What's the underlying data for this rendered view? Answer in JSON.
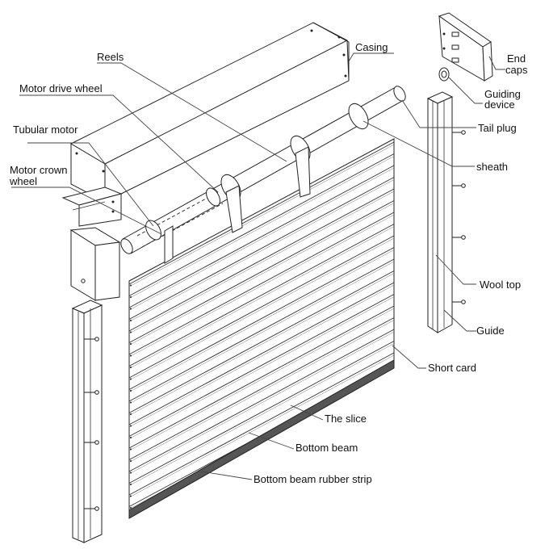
{
  "labels": {
    "reels": "Reels",
    "motor_drive_wheel": "Motor drive wheel",
    "tubular_motor": "Tubular motor",
    "motor_crown_wheel_1": "Motor crown",
    "motor_crown_wheel_2": "wheel",
    "casing": "Casing",
    "end_caps_1": "End",
    "end_caps_2": "caps",
    "guiding_device_1": "Guiding",
    "guiding_device_2": "device",
    "tail_plug": "Tail plug",
    "sheath": "sheath",
    "wool_top": "Wool top",
    "guide": "Guide",
    "short_card": "Short card",
    "the_slice": "The slice",
    "bottom_beam": "Bottom beam",
    "bottom_beam_rubber_strip": "Bottom beam rubber strip"
  },
  "colors": {
    "line": "#222222",
    "background": "#ffffff"
  }
}
